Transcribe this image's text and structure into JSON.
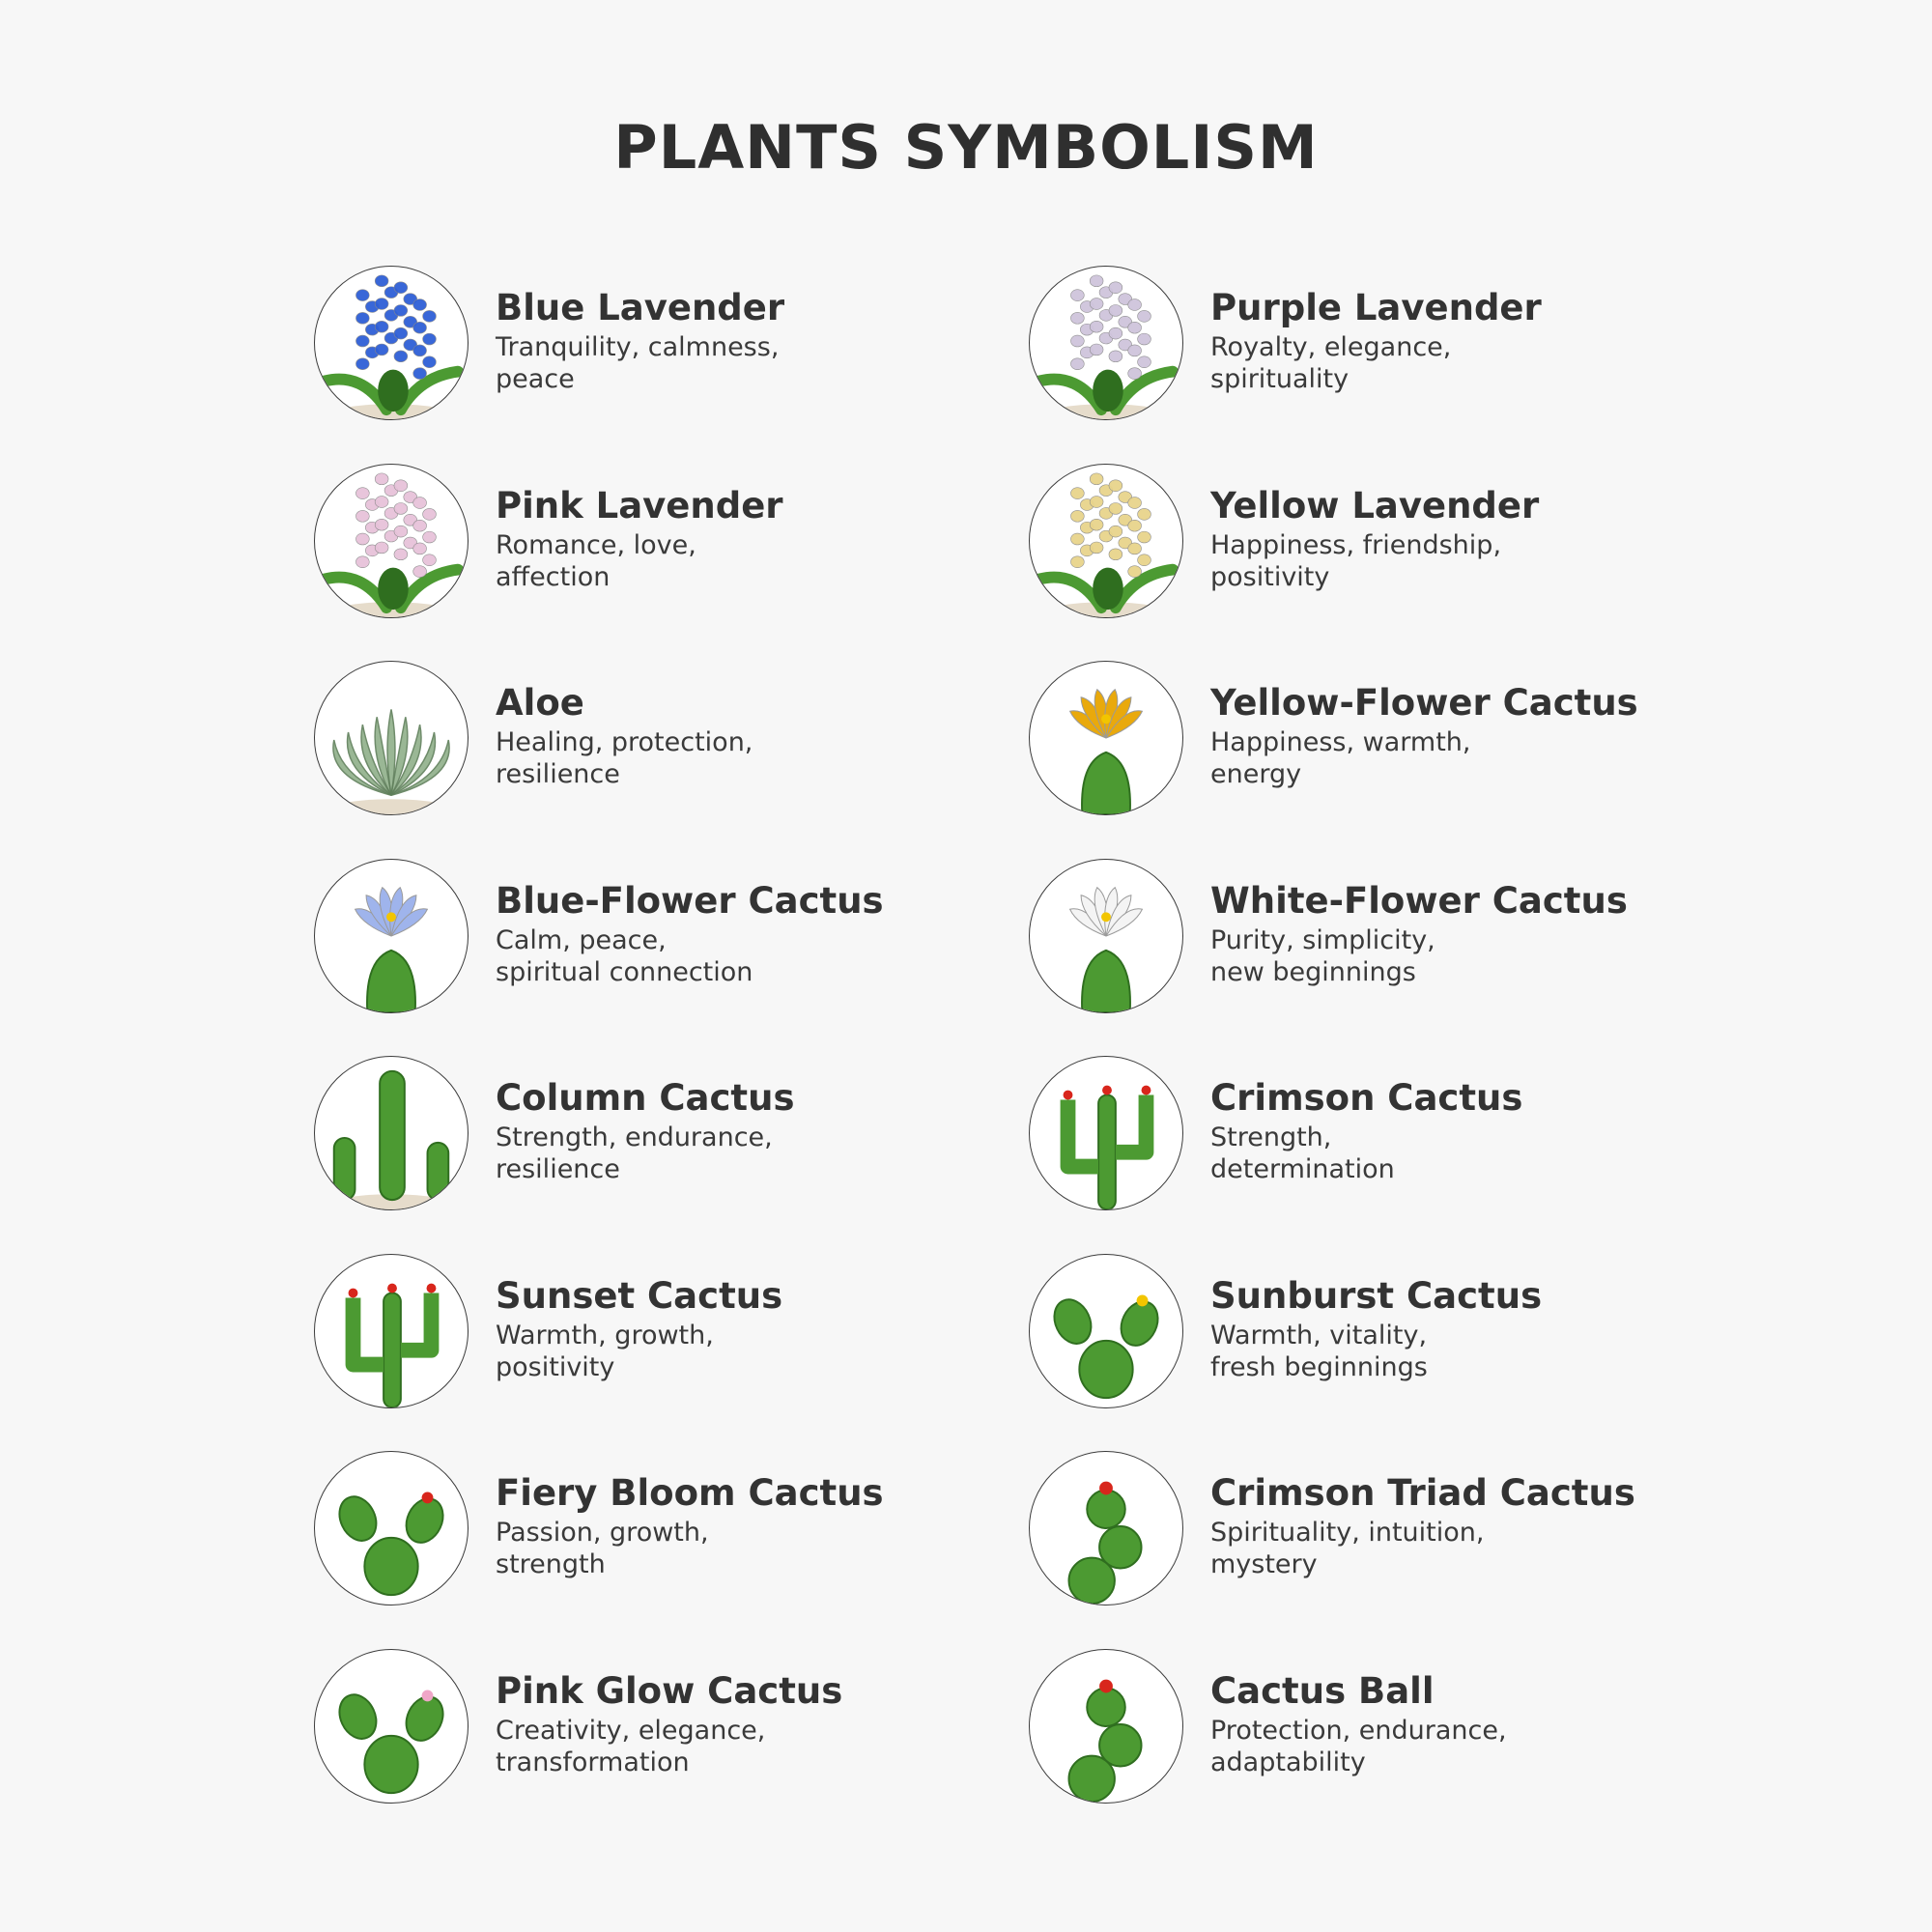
{
  "title": "PLANTS SYMBOLISM",
  "colors": {
    "background": "#f7f7f7",
    "text": "#333333",
    "glass_green": "#4c9a32",
    "accent_red": "#d8261c",
    "accent_yellow": "#f2c500"
  },
  "plants": [
    {
      "name": "Blue Lavender",
      "line1": "Tranquility, calmness,",
      "line2": "peace",
      "icon": "blue-lavender-icon",
      "kind": "lavender",
      "color": "#2f5fd6"
    },
    {
      "name": "Purple Lavender",
      "line1": "Royalty, elegance,",
      "line2": "spirituality",
      "icon": "purple-lavender-icon",
      "kind": "lavender",
      "color": "#cfc4dc"
    },
    {
      "name": "Pink Lavender",
      "line1": "Romance, love,",
      "line2": "affection",
      "icon": "pink-lavender-icon",
      "kind": "lavender",
      "color": "#e7c2da"
    },
    {
      "name": "Yellow Lavender",
      "line1": "Happiness, friendship,",
      "line2": "positivity",
      "icon": "yellow-lavender-icon",
      "kind": "lavender",
      "color": "#e8d48c"
    },
    {
      "name": "Aloe",
      "line1": "Healing, protection,",
      "line2": "resilience",
      "icon": "aloe-icon",
      "kind": "aloe",
      "color": "#8fb08a"
    },
    {
      "name": "Yellow-Flower Cactus",
      "line1": "Happiness, warmth,",
      "line2": "energy",
      "icon": "yellow-flower-cactus-icon",
      "kind": "flower",
      "color": "#e9a90c"
    },
    {
      "name": "Blue-Flower Cactus",
      "line1": "Calm, peace,",
      "line2": "spiritual connection",
      "icon": "blue-flower-cactus-icon",
      "kind": "flower",
      "color": "#9fb4ec"
    },
    {
      "name": "White-Flower Cactus",
      "line1": "Purity, simplicity,",
      "line2": "new beginnings",
      "icon": "white-flower-cactus-icon",
      "kind": "flower",
      "color": "#f4f4f4"
    },
    {
      "name": "Column Cactus",
      "line1": "Strength, endurance,",
      "line2": "resilience",
      "icon": "column-cactus-icon",
      "kind": "column",
      "color": "#4c9a32"
    },
    {
      "name": "Crimson Cactus",
      "line1": "Strength,",
      "line2": "determination",
      "icon": "crimson-cactus-icon",
      "kind": "candelabra",
      "color": "#d8261c"
    },
    {
      "name": "Sunset Cactus",
      "line1": "Warmth, growth,",
      "line2": "positivity",
      "icon": "sunset-cactus-icon",
      "kind": "candelabra",
      "color": "#d8261c"
    },
    {
      "name": "Sunburst Cactus",
      "line1": "Warmth, vitality,",
      "line2": "fresh beginnings",
      "icon": "sunburst-cactus-icon",
      "kind": "paddle",
      "color": "#f2c500"
    },
    {
      "name": "Fiery Bloom Cactus",
      "line1": "Passion, growth,",
      "line2": "strength",
      "icon": "fiery-bloom-cactus-icon",
      "kind": "paddle",
      "color": "#d8261c"
    },
    {
      "name": "Crimson Triad Cactus",
      "line1": "Spirituality, intuition,",
      "line2": "mystery",
      "icon": "crimson-triad-cactus-icon",
      "kind": "stack",
      "color": "#d8261c"
    },
    {
      "name": "Pink Glow Cactus",
      "line1": "Creativity, elegance,",
      "line2": "transformation",
      "icon": "pink-glow-cactus-icon",
      "kind": "paddle",
      "color": "#f0a6c8"
    },
    {
      "name": "Cactus Ball",
      "line1": "Protection, endurance,",
      "line2": "adaptability",
      "icon": "cactus-ball-icon",
      "kind": "stack",
      "color": "#d8261c"
    }
  ]
}
